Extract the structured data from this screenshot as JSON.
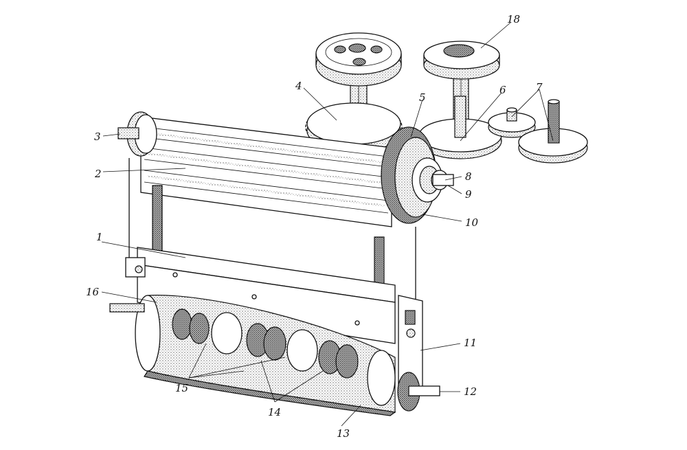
{
  "figure": {
    "labels": [
      "1",
      "2",
      "3",
      "4",
      "5",
      "6",
      "7",
      "8",
      "9",
      "10",
      "11",
      "12",
      "13",
      "14",
      "15",
      "16",
      "18"
    ]
  }
}
